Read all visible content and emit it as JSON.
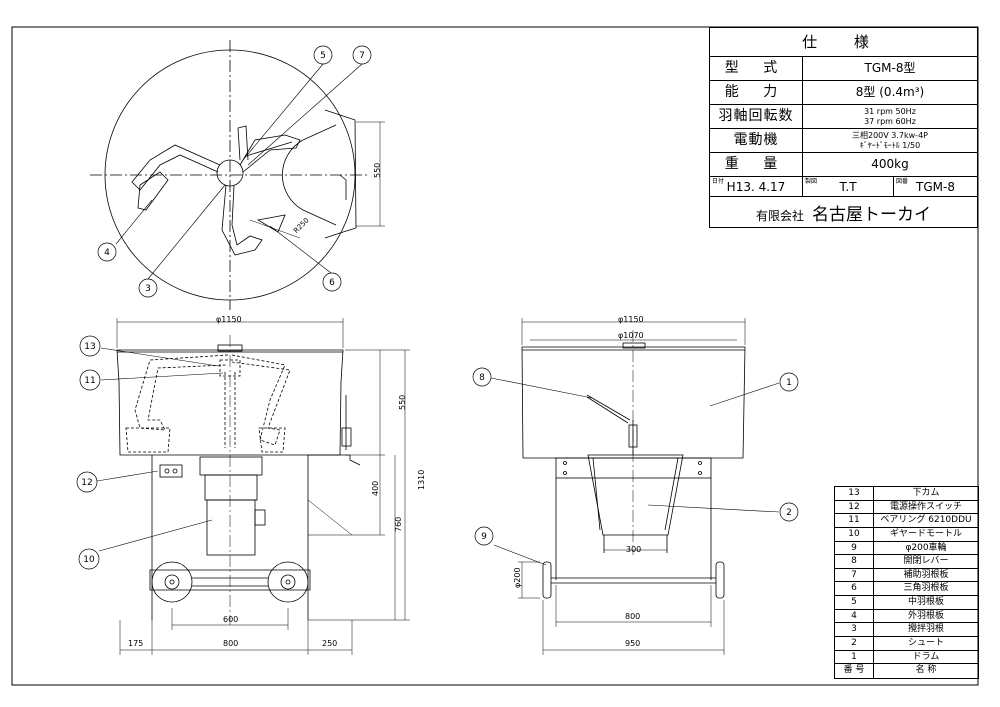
{
  "spec": {
    "title": "仕 様",
    "type_label": "型 式",
    "type_value": "TGM-8型",
    "capacity_label": "能 力",
    "capacity_value": "8型 (0.4m³)",
    "speed_label": "羽軸回転数",
    "speed_line1": "31 rpm 50Hz",
    "speed_line2": "37 rpm 60Hz",
    "motor_label": "電動機",
    "motor_line1": "三相200V 3.7kw-4P",
    "motor_line2": "ｷﾞﾔｰﾄﾞﾓｰﾄﾙ 1/50",
    "weight_label": "重 量",
    "weight_value": "400kg",
    "date_label": "日付",
    "date_value": "H13. 4.17",
    "drafter_label": "製図",
    "drafter_value": "T.T",
    "drawing_no_label": "図番",
    "drawing_no_value": "TGM-8",
    "company_prefix": "有限会社",
    "company_name": "名古屋トーカイ"
  },
  "parts": {
    "header_no": "番 号",
    "header_name": "名 称",
    "items": [
      {
        "no": "13",
        "name": "下カム"
      },
      {
        "no": "12",
        "name": "電源操作スイッチ"
      },
      {
        "no": "11",
        "name": "ベアリング 6210DDU"
      },
      {
        "no": "10",
        "name": "ギヤードモートル"
      },
      {
        "no": "9",
        "name": "φ200車輪"
      },
      {
        "no": "8",
        "name": "開閉レバー"
      },
      {
        "no": "7",
        "name": "補助羽根板"
      },
      {
        "no": "6",
        "name": "三角羽根板"
      },
      {
        "no": "5",
        "name": "中羽根板"
      },
      {
        "no": "4",
        "name": "外羽根板"
      },
      {
        "no": "3",
        "name": "攪拌羽根"
      },
      {
        "no": "2",
        "name": "シュート"
      },
      {
        "no": "1",
        "name": "ドラム"
      }
    ]
  },
  "dimensions": {
    "top_height": "550",
    "radius": "R250",
    "front_dia": "φ1150",
    "front_total": "1310",
    "front_550": "550",
    "front_400": "400",
    "front_760": "760",
    "front_600": "600",
    "front_175": "175",
    "front_800": "800",
    "front_250": "250",
    "side_dia_outer": "φ1150",
    "side_dia_inner": "φ1070",
    "side_chute": "300",
    "side_wheel": "φ200",
    "side_800": "800",
    "side_950": "950"
  },
  "balloons": {
    "b1": "1",
    "b2": "2",
    "b3": "3",
    "b4": "4",
    "b5": "5",
    "b6": "6",
    "b7": "7",
    "b8": "8",
    "b9": "9",
    "b10": "10",
    "b11": "11",
    "b12": "12",
    "b13": "13"
  }
}
